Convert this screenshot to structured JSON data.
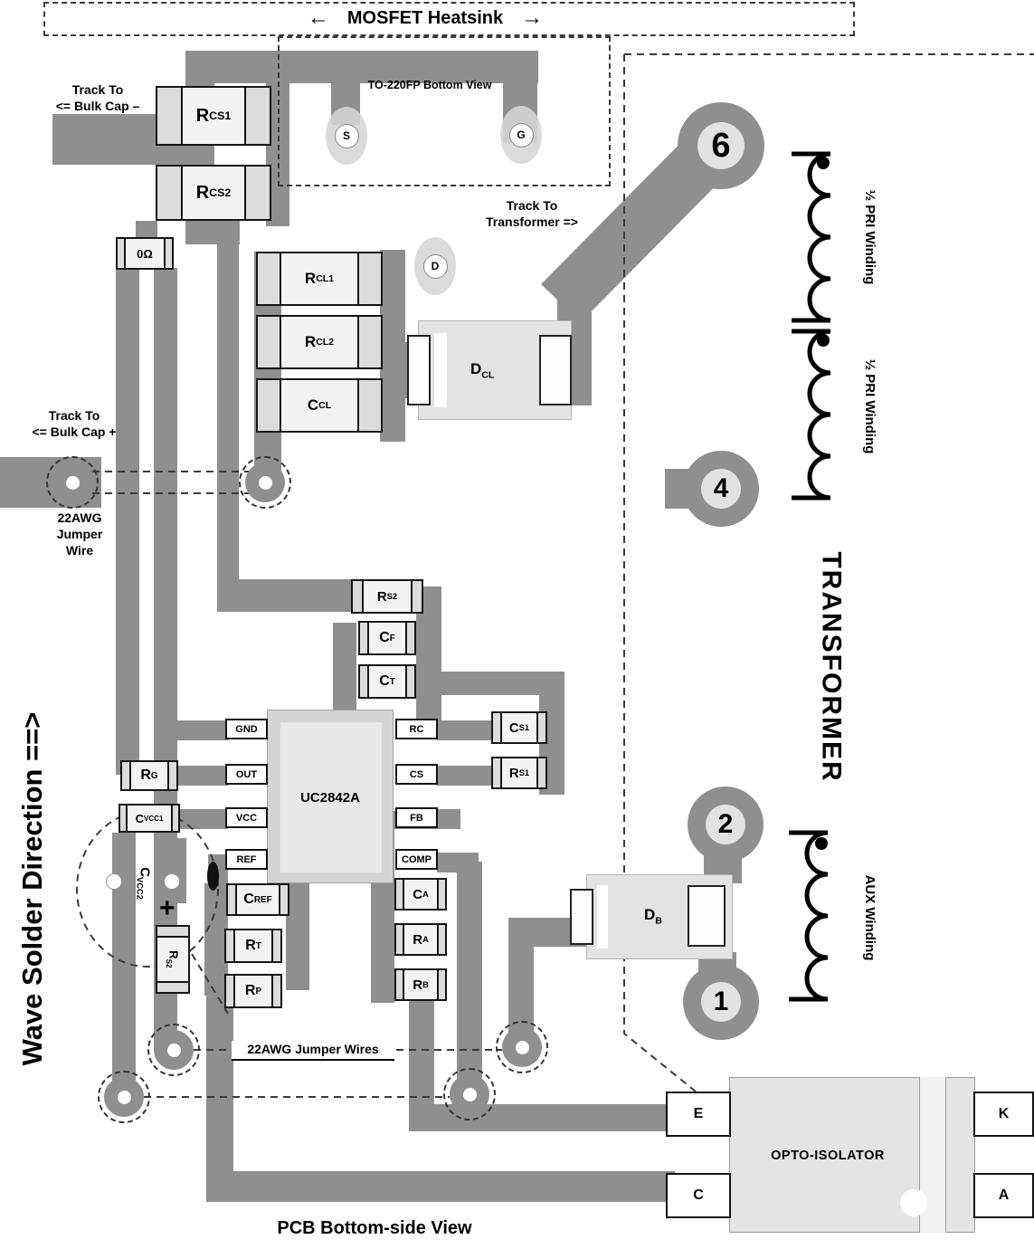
{
  "labels": {
    "heatsink": "MOSFET Heatsink",
    "arrow_left": "←",
    "arrow_right": "→",
    "to220": "TO-220FP Bottom View",
    "wave": "Wave Solder Direction ==>",
    "transformer": "TRANSFORMER",
    "pri1": "½ PRI Winding",
    "pri2": "½ PRI Winding",
    "aux": "AUX Winding",
    "pcb": "PCB Bottom-side View",
    "jumper_wires": "22AWG Jumper Wires",
    "plus": "+"
  },
  "tracks": {
    "bulk_minus": {
      "l1": "Track To",
      "l2": "<=  Bulk Cap –"
    },
    "bulk_plus": {
      "l1": "Track To",
      "l2": "<=  Bulk Cap +"
    },
    "transformer": {
      "l1": "Track To",
      "l2": "Transformer  =>"
    },
    "jumper": {
      "l1": "22AWG",
      "l2": "Jumper",
      "l3": "Wire"
    }
  },
  "ic": {
    "name": "UC2842A",
    "left_pins": [
      "GND",
      "OUT",
      "VCC",
      "REF"
    ],
    "right_pins": [
      "RC",
      "CS",
      "FB",
      "COMP"
    ]
  },
  "pads": {
    "s": "S",
    "g": "G",
    "d": "D",
    "p6": "6",
    "p4": "4",
    "p2": "2",
    "p1": "1"
  },
  "opto": {
    "label": "OPTO-ISOLATOR",
    "pin_e": "E",
    "pin_c": "C",
    "pin_k": "K",
    "pin_a": "A"
  },
  "comp": {
    "rcs1": {
      "m": "R",
      "s": "CS1"
    },
    "rcs2": {
      "m": "R",
      "s": "CS2"
    },
    "zero": {
      "m": "0Ω",
      "s": ""
    },
    "rcl1": {
      "m": "R",
      "s": "CL1"
    },
    "rcl2": {
      "m": "R",
      "s": "CL2"
    },
    "ccl": {
      "m": "C",
      "s": "CL"
    },
    "dcl": {
      "m": "D",
      "s": "CL"
    },
    "rs2_top": {
      "m": "R",
      "s": "S2"
    },
    "cf": {
      "m": "C",
      "s": "F"
    },
    "ct": {
      "m": "C",
      "s": "T"
    },
    "cs1": {
      "m": "C",
      "s": "S1"
    },
    "rs1": {
      "m": "R",
      "s": "S1"
    },
    "rg": {
      "m": "R",
      "s": "G"
    },
    "cvcc1": {
      "m": "C",
      "s": "VCC1"
    },
    "cvcc2": {
      "m": "C",
      "s": "VCC2"
    },
    "cref": {
      "m": "C",
      "s": "REF"
    },
    "rt": {
      "m": "R",
      "s": "T"
    },
    "rp": {
      "m": "R",
      "s": "P"
    },
    "rs2_bot": {
      "m": "R",
      "s": "S2"
    },
    "ca": {
      "m": "C",
      "s": "A"
    },
    "ra": {
      "m": "R",
      "s": "A"
    },
    "rb": {
      "m": "R",
      "s": "B"
    },
    "db": {
      "m": "D",
      "s": "B"
    }
  }
}
